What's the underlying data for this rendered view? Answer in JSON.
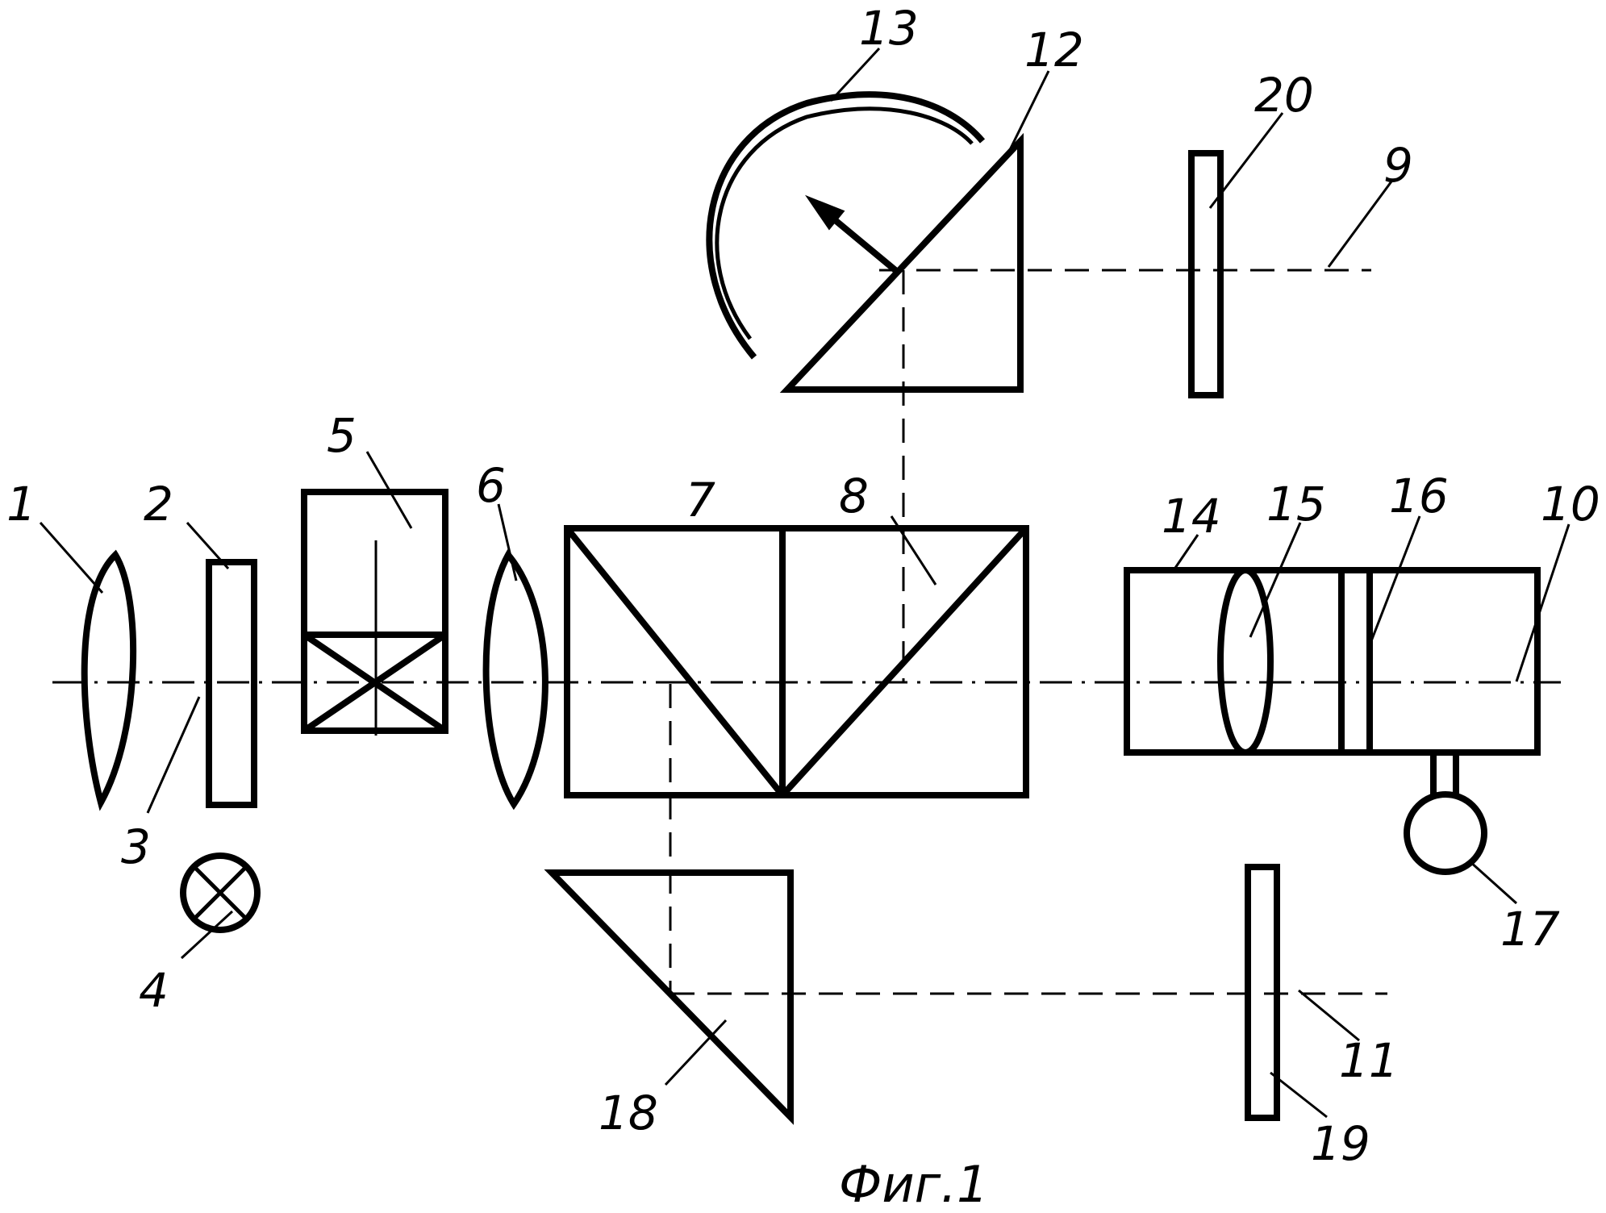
{
  "caption": "Фиг.1",
  "labels": {
    "l1": "1",
    "l2": "2",
    "l3": "3",
    "l4": "4",
    "l5": "5",
    "l6": "6",
    "l7": "7",
    "l8": "8",
    "l9": "9",
    "l10": "10",
    "l11": "11",
    "l12": "12",
    "l13": "13",
    "l14": "14",
    "l15": "15",
    "l16": "16",
    "l17": "17",
    "l18": "18",
    "l19": "19",
    "l20": "20"
  }
}
